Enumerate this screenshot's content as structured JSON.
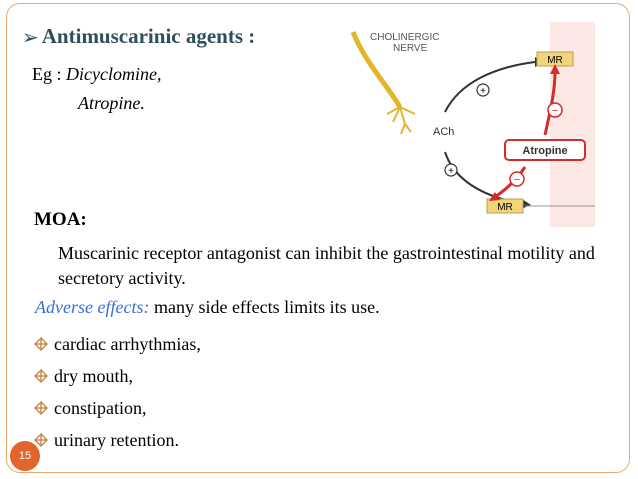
{
  "heading": "Antimuscarinic agents :",
  "examples": {
    "prefix": "Eg : ",
    "drug1": "Dicyclomine,",
    "drug2": "Atropine."
  },
  "moa": {
    "title": "MOA:",
    "description": "Muscarinic receptor antagonist can inhibit the gastrointestinal motility and secretory activity."
  },
  "adverse": {
    "label": "Adverse effects:",
    "text": " many side effects limits its use."
  },
  "side_effects": [
    "cardiac arrhythmias,",
    "dry mouth,",
    "constipation,",
    "urinary retention."
  ],
  "diagram": {
    "nerve_label_1": "CHOLINERGIC",
    "nerve_label_2": "NERVE",
    "ach_label": "ACh",
    "receptor_top": "MR",
    "receptor_bottom": "MR",
    "drug_box": "Atropine",
    "plus_sign": "+",
    "minus_sign": "−"
  },
  "page_number": "15",
  "colors": {
    "heading": "#2f4f5c",
    "adverse_label": "#3a6fd8",
    "accent": "#e2652a",
    "atropine_red": "#d42b2b",
    "receptor_yellow": "#f2d47a"
  }
}
